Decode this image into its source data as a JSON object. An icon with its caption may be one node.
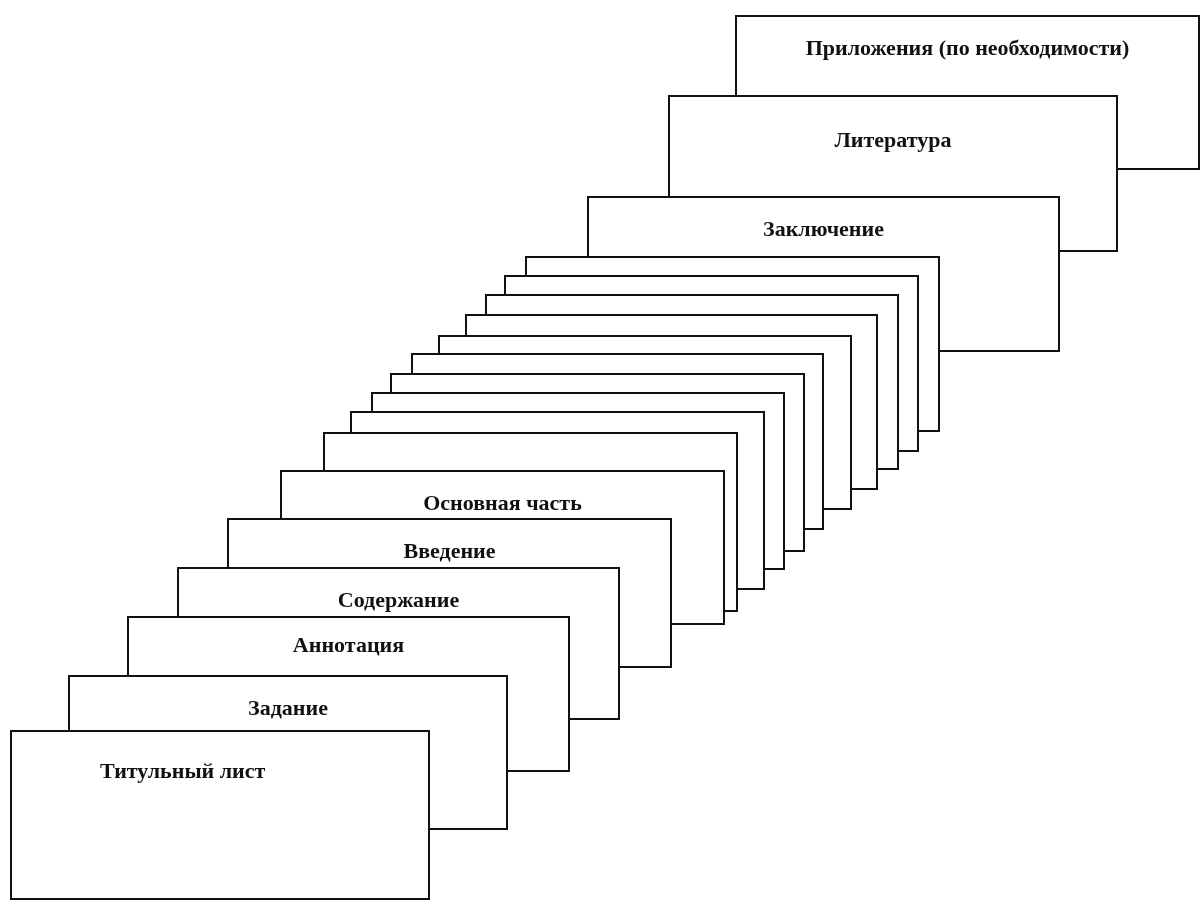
{
  "diagram": {
    "nodes": [
      {
        "text": [
          "Приложения (по необходимости)"
        ]
      },
      {
        "text": [
          "Литература"
        ]
      },
      {
        "text": [
          "Заключение"
        ]
      },
      {
        "text": [],
        "shape": "box"
      },
      {
        "text": [],
        "shape": "box"
      },
      {
        "text": [],
        "shape": "box"
      },
      {
        "text": [],
        "shape": "box"
      },
      {
        "text": [],
        "shape": "box"
      },
      {
        "text": [],
        "shape": "box"
      },
      {
        "text": [],
        "shape": "box"
      },
      {
        "text": [],
        "shape": "box"
      },
      {
        "text": [],
        "shape": "box"
      },
      {
        "text": [],
        "shape": "box"
      },
      {
        "text": [
          "Основная часть"
        ]
      },
      {
        "text": [
          "Введение"
        ]
      },
      {
        "text": [
          "Содержание"
        ]
      },
      {
        "text": [
          "Аннотация"
        ]
      },
      {
        "text": [
          "Задание"
        ]
      },
      {
        "text": [
          "Титульный лист"
        ]
      }
    ],
    "edges": []
  }
}
